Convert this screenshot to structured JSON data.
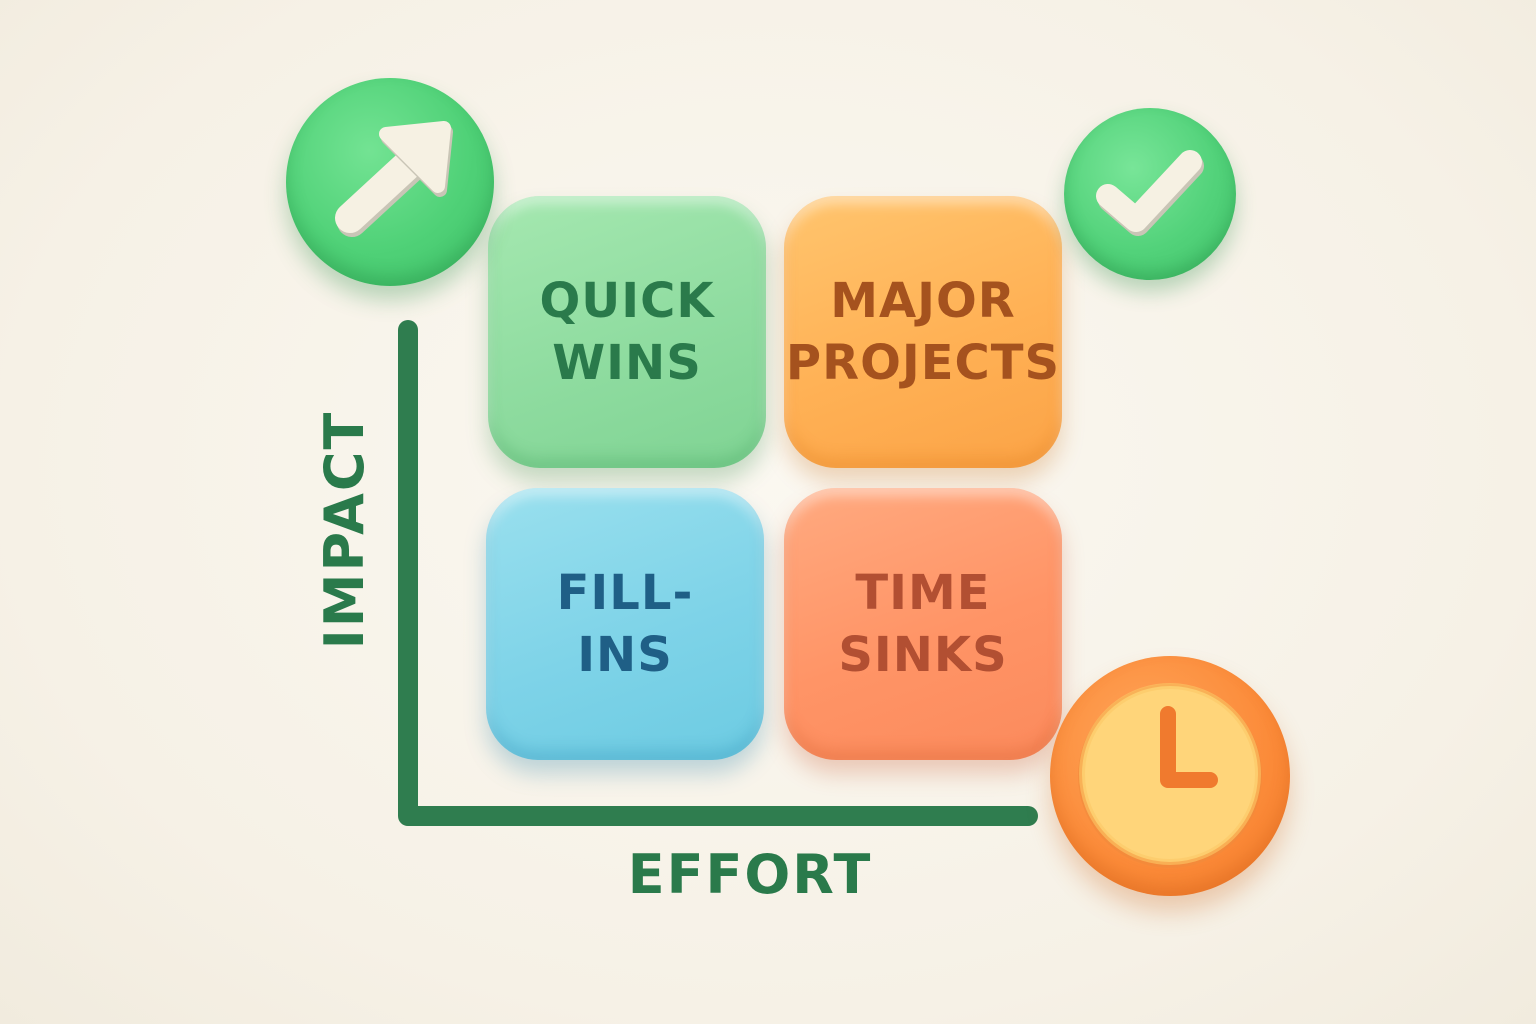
{
  "diagram": {
    "quadrants": [
      {
        "id": "quick-wins",
        "lines": [
          "QUICK",
          "WINS"
        ],
        "color": "#8fdca0"
      },
      {
        "id": "major-projects",
        "lines": [
          "MAJOR",
          "PROJECTS"
        ],
        "color": "#ffb155"
      },
      {
        "id": "fill-ins",
        "lines": [
          "FILL-",
          "INS"
        ],
        "color": "#7ed3e8"
      },
      {
        "id": "time-sinks",
        "lines": [
          "TIME",
          "SINKS"
        ],
        "color": "#ff9466"
      }
    ],
    "axes": {
      "x_label": "EFFORT",
      "y_label": "IMPACT",
      "color": "#2a7a4b"
    },
    "icons": {
      "top_left": "arrow-up-right-icon",
      "top_right": "checkmark-icon",
      "bottom_right": "clock-icon"
    }
  }
}
